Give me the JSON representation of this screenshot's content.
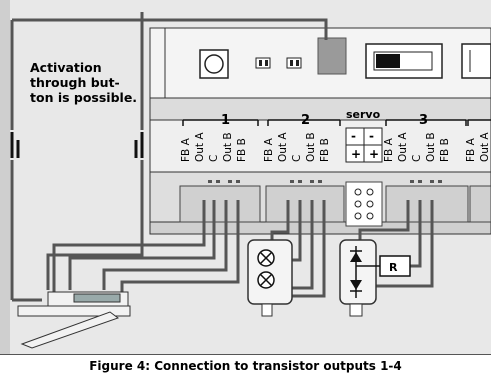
{
  "caption": "Figure 4: Connection to transistor outputs 1-4",
  "note": {
    "line1": "Activation",
    "line2": "through but-",
    "line3": "ton is possible."
  },
  "group_numbers": [
    "1",
    "2",
    "3"
  ],
  "servo_label": "servo",
  "terminal_labels": {
    "group1": [
      "FB A",
      "Out A",
      "C",
      "Out B",
      "FB B"
    ],
    "group2": [
      "FB A",
      "Out A",
      "C",
      "Out B",
      "FB B"
    ],
    "group3": [
      "FB A",
      "Out A",
      "C",
      "Out B",
      "FB B"
    ],
    "group4_partial": [
      "FB A",
      "Out A"
    ]
  },
  "servo_pins": [
    "-",
    "-",
    "+",
    "+"
  ],
  "resistor_label": "R"
}
